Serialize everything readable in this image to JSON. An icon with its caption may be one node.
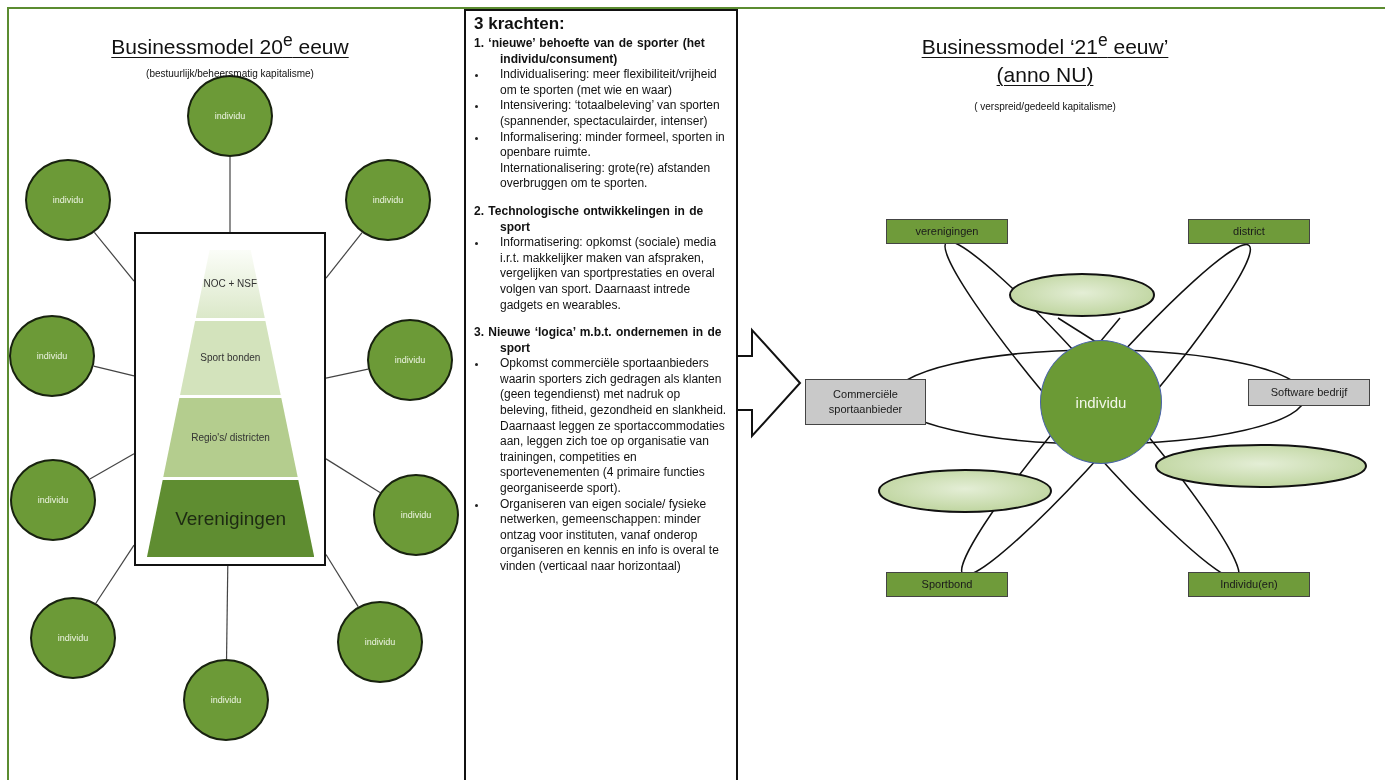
{
  "diagram": {
    "nodes": [
      {
        "text": [],
        "shape": "box"
      },
      {
        "text": [
          "NOC + NSF"
        ],
        "in": 0
      },
      {
        "text": [
          "Sport bonden"
        ],
        "in": 0
      },
      {
        "text": [
          "Regio's/ districten"
        ],
        "in": 0
      },
      {
        "text": [
          "Verenigingen"
        ],
        "in": 0
      },
      {
        "text": [
          "individu"
        ]
      },
      {
        "text": [
          "individu"
        ]
      },
      {
        "text": [
          "individu"
        ]
      },
      {
        "text": [
          "individu"
        ]
      },
      {
        "text": [
          "individu"
        ]
      },
      {
        "text": [
          "individu"
        ]
      },
      {
        "text": [
          "individu"
        ]
      },
      {
        "text": [
          "individu"
        ]
      },
      {
        "text": [
          "individu"
        ]
      },
      {
        "text": [
          "individu"
        ]
      },
      {
        "text": [
          "3 krachten:",
          "1. ‘nieuwe’ behoefte van de sporter (het individu/consument)",
          "Individualisering: meer flexibiliteit/vrijheid om te sporten (met wie en waar)",
          "Intensivering: ‘totaalbeleving’ van sporten (spannender, spectaculairder, intenser)",
          "Informalisering: minder formeel, sporten in openbare ruimte.",
          "Internationalisering: grote(re) afstanden overbruggen om te sporten.",
          "2. Technologische ontwikkelingen in de sport",
          "Informatisering: opkomst (sociale) media i.r.t. makkelijker maken van afspraken, vergelijken van sportprestaties en overal volgen van sport. Daarnaast intrede gadgets en wearables.",
          "3. Nieuwe ‘logica’ m.b.t. ondernemen in de sport",
          "Opkomst commerciële sportaanbieders waarin sporters zich gedragen als klanten (geen tegendienst) met nadruk op beleving, fitheid, gezondheid en slankheid. Daarnaast leggen ze sportaccommodaties aan, leggen zich toe op organisatie van trainingen, competities en sportevenementen (4 primaire functies georganiseerde sport).",
          "Organiseren van eigen sociale/ fysieke netwerken, gemeenschappen: minder ontzag voor instituten, vanaf onderop organiseren en kennis en info is overal te vinden (verticaal naar horizontaal)"
        ]
      },
      {
        "text": [
          "verenigingen"
        ]
      },
      {
        "text": [
          "district"
        ]
      },
      {
        "text": [],
        "shape": "ellipse"
      },
      {
        "text": [
          "Commerciële sportaanbieder"
        ]
      },
      {
        "text": [
          "individu"
        ]
      },
      {
        "text": [
          "Software bedrijf"
        ]
      },
      {
        "text": [],
        "shape": "ellipse"
      },
      {
        "text": [],
        "shape": "ellipse"
      },
      {
        "text": [
          "Sportbond"
        ]
      },
      {
        "text": [
          "Individu(en)"
        ]
      }
    ],
    "edges": [
      {
        "from": 5,
        "to": 0,
        "arrow": "none"
      },
      {
        "from": 6,
        "to": 0,
        "arrow": "none"
      },
      {
        "from": 7,
        "to": 0,
        "arrow": "none"
      },
      {
        "from": 8,
        "to": 0,
        "arrow": "none"
      },
      {
        "from": 9,
        "to": 0,
        "arrow": "none"
      },
      {
        "from": 10,
        "to": 0,
        "arrow": "none"
      },
      {
        "from": 11,
        "to": 0,
        "arrow": "none"
      },
      {
        "from": 12,
        "to": 0,
        "arrow": "none"
      },
      {
        "from": 13,
        "to": 0,
        "arrow": "none"
      },
      {
        "from": 14,
        "to": 0,
        "arrow": "none"
      },
      {
        "from": 15,
        "to": null,
        "arrow": "to"
      }
    ],
    "labels": [
      "Businessmodel 20$^{e}$ eeuw",
      "(bestuurlijk/beheersmatig kapitalisme)",
      "Businessmodel ‘21$^{e}$ eeuw’",
      "(anno NU)",
      "( verspreid/gedeeld kapitalisme)"
    ]
  }
}
